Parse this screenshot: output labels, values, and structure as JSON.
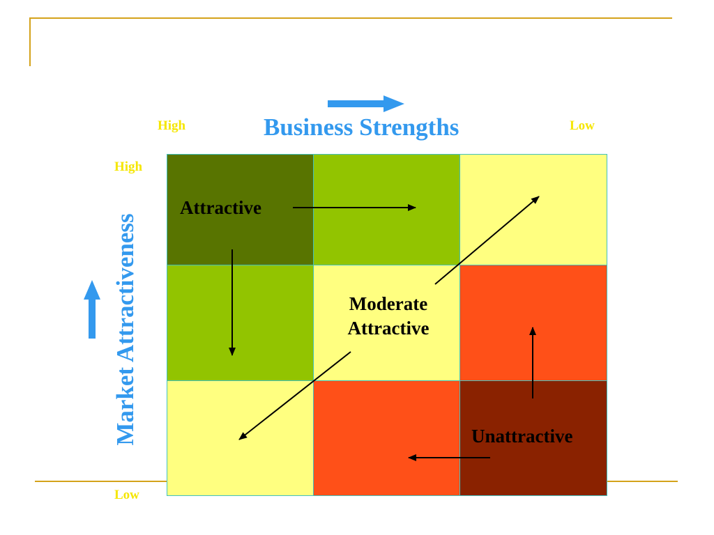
{
  "colors": {
    "accent_line": "#d4a21a",
    "axis_title": "#3399ee",
    "axis_end_label": "#f5e600",
    "border": "#40c0c0"
  },
  "x_axis": {
    "title": "Business Strengths",
    "high_label": "High",
    "low_label": "Low"
  },
  "y_axis": {
    "title": "Market Attractiveness",
    "high_label": "High",
    "low_label": "Low"
  },
  "grid": {
    "rows": [
      [
        {
          "color": "#587400"
        },
        {
          "color": "#92c400"
        },
        {
          "color": "#ffff80"
        }
      ],
      [
        {
          "color": "#92c400"
        },
        {
          "color": "#ffff80"
        },
        {
          "color": "#ff5018"
        }
      ],
      [
        {
          "color": "#ffff80"
        },
        {
          "color": "#ff5018"
        },
        {
          "color": "#8a2200"
        }
      ]
    ]
  },
  "labels": {
    "attractive": "Attractive",
    "moderate_line1": "Moderate",
    "moderate_line2": "Attractive",
    "unattractive": "Unattractive"
  }
}
